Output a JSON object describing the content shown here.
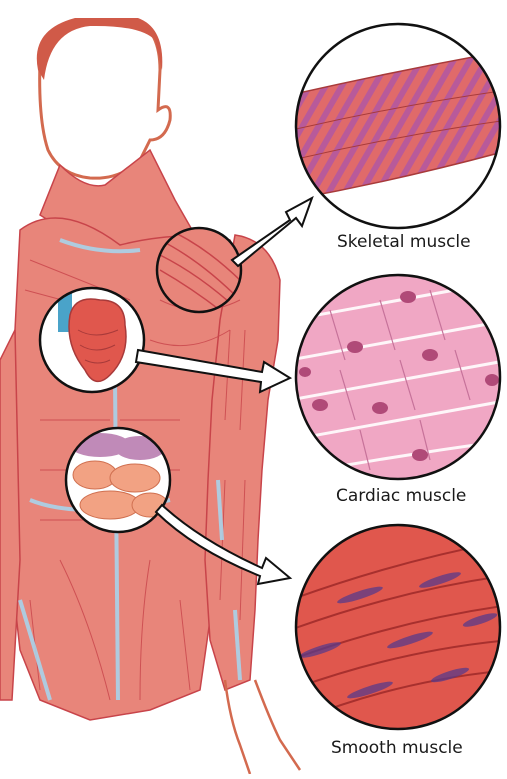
{
  "labels": {
    "skeletal": "Skeletal muscle",
    "cardiac": "Cardiac muscle",
    "smooth": "Smooth muscle"
  },
  "colors": {
    "muscle": "#e8857a",
    "muscle_dark": "#c8444a",
    "tendon": "#a9d3ea",
    "skin_outline": "#d36a4f",
    "cardiac_tissue": "#f0a7c4",
    "nucleus": "#b04a78",
    "smooth_tissue": "#e0574d",
    "intestine": "#f2a283"
  }
}
